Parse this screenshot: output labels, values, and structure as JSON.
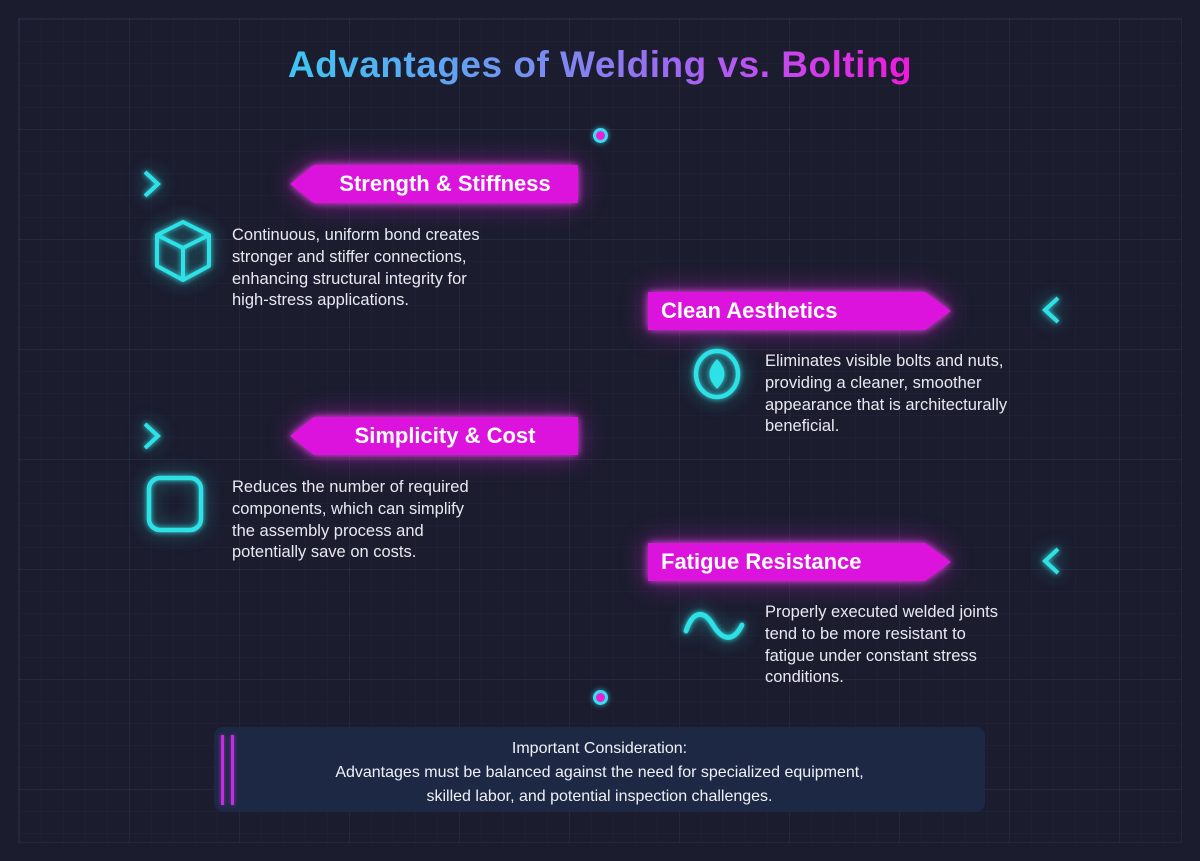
{
  "title": "Advantages of Welding vs. Bolting",
  "sections": [
    {
      "label": "Strength & Stiffness",
      "description": "Continuous, uniform bond creates stronger and stiffer connections, enhancing structural integrity for high-stress applications.",
      "icon": "cube-icon",
      "side": "left"
    },
    {
      "label": "Clean Aesthetics",
      "description": "Eliminates visible bolts and nuts, providing a cleaner, smoother appearance that is architecturally beneficial.",
      "icon": "lens-eye-icon",
      "side": "right"
    },
    {
      "label": "Simplicity & Cost",
      "description": "Reduces the number of required components, which can simplify the assembly process and potentially save on costs.",
      "icon": "rounded-square-icon",
      "side": "left"
    },
    {
      "label": "Fatigue Resistance",
      "description": "Properly executed welded joints tend to be more resistant to fatigue under constant stress conditions.",
      "icon": "sine-wave-icon",
      "side": "right"
    }
  ],
  "note": {
    "heading": "Important Consideration:",
    "line1": "Advantages must be balanced against the need for specialized equipment,",
    "line2": "skilled labor, and potential inspection challenges."
  },
  "decor": {
    "chevrons": [
      "right",
      "left",
      "right",
      "left"
    ],
    "dot_count": 2
  },
  "colors": {
    "background": "#1b1c2e",
    "neon_cyan": "#2de2e6",
    "banner_magenta": "#dc13dc",
    "note_box_bg": "#1d2845",
    "note_bar_magenta": "#c62ae2",
    "body_text": "#e8e9f1",
    "title_gradient_start": "#3ec6f2",
    "title_gradient_end": "#f018dd"
  }
}
